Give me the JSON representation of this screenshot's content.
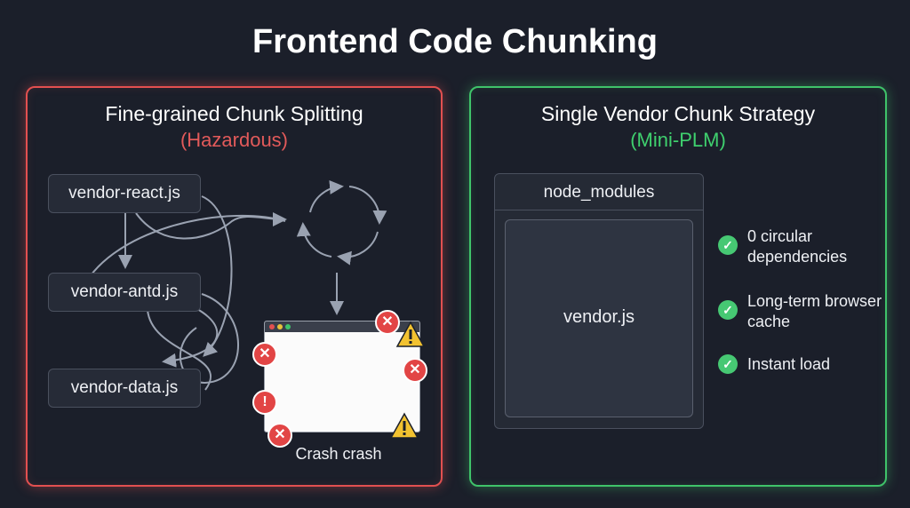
{
  "title": "Frontend Code Chunking",
  "left_panel": {
    "title": "Fine-grained Chunk Splitting",
    "subtitle": "(Hazardous)",
    "chunks": [
      "vendor-react.js",
      "vendor-antd.js",
      "vendor-data.js"
    ],
    "crash_label": "Crash crash",
    "colors": {
      "border": "#e25050",
      "subtitle": "#e25a5a"
    }
  },
  "right_panel": {
    "title": "Single Vendor Chunk Strategy",
    "subtitle": "(Mini-PLM)",
    "container_label": "node_modules",
    "inner_label": "vendor.js",
    "benefits": [
      "0 circular dependencies",
      "Long-term browser cache",
      "Instant load"
    ],
    "colors": {
      "border": "#3fc36a",
      "subtitle": "#3fd06e"
    }
  },
  "icons": {
    "error": "error-x-icon",
    "warning": "warning-triangle-icon",
    "alert": "alert-exclamation-icon",
    "check": "check-circle-icon",
    "cycle": "circular-dependency-icon"
  }
}
